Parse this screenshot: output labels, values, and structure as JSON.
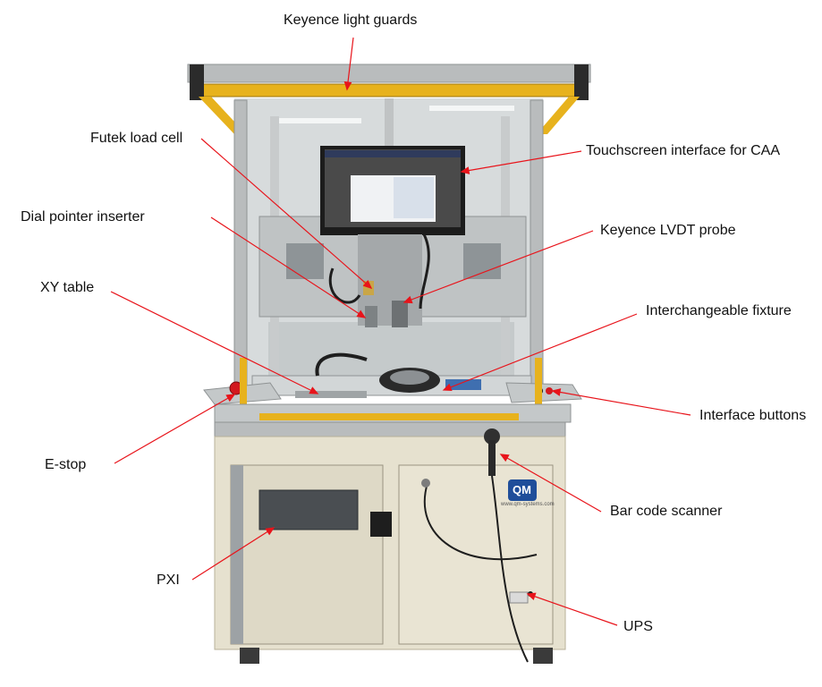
{
  "colors": {
    "leader": "#e8141b",
    "frame": "#b9bcbd",
    "cabinet": "#e6e1cf",
    "guard": "#e7b21d",
    "screen_bezel": "#1c1c1c",
    "screen_bg": "#4a4a4a",
    "window": "#4a4e52"
  },
  "callouts": [
    {
      "id": "keyence-light-guards",
      "label": "Keyence light guards"
    },
    {
      "id": "touchscreen-interface",
      "label": "Touchscreen interface for CAA"
    },
    {
      "id": "futek-load-cell",
      "label": "Futek load cell"
    },
    {
      "id": "dial-pointer-inserter",
      "label": "Dial pointer inserter"
    },
    {
      "id": "keyence-lvdt-probe",
      "label": "Keyence LVDT probe"
    },
    {
      "id": "xy-table",
      "label": "XY table"
    },
    {
      "id": "interchangeable-fixture",
      "label": "Interchangeable fixture"
    },
    {
      "id": "interface-buttons",
      "label": "Interface buttons"
    },
    {
      "id": "e-stop",
      "label": "E-stop"
    },
    {
      "id": "bar-code-scanner",
      "label": "Bar code scanner"
    },
    {
      "id": "pxi",
      "label": "PXI"
    },
    {
      "id": "ups",
      "label": "UPS"
    }
  ],
  "machine": {
    "logo_text": "QM",
    "logo_sub": "www.qm-systems.com"
  }
}
